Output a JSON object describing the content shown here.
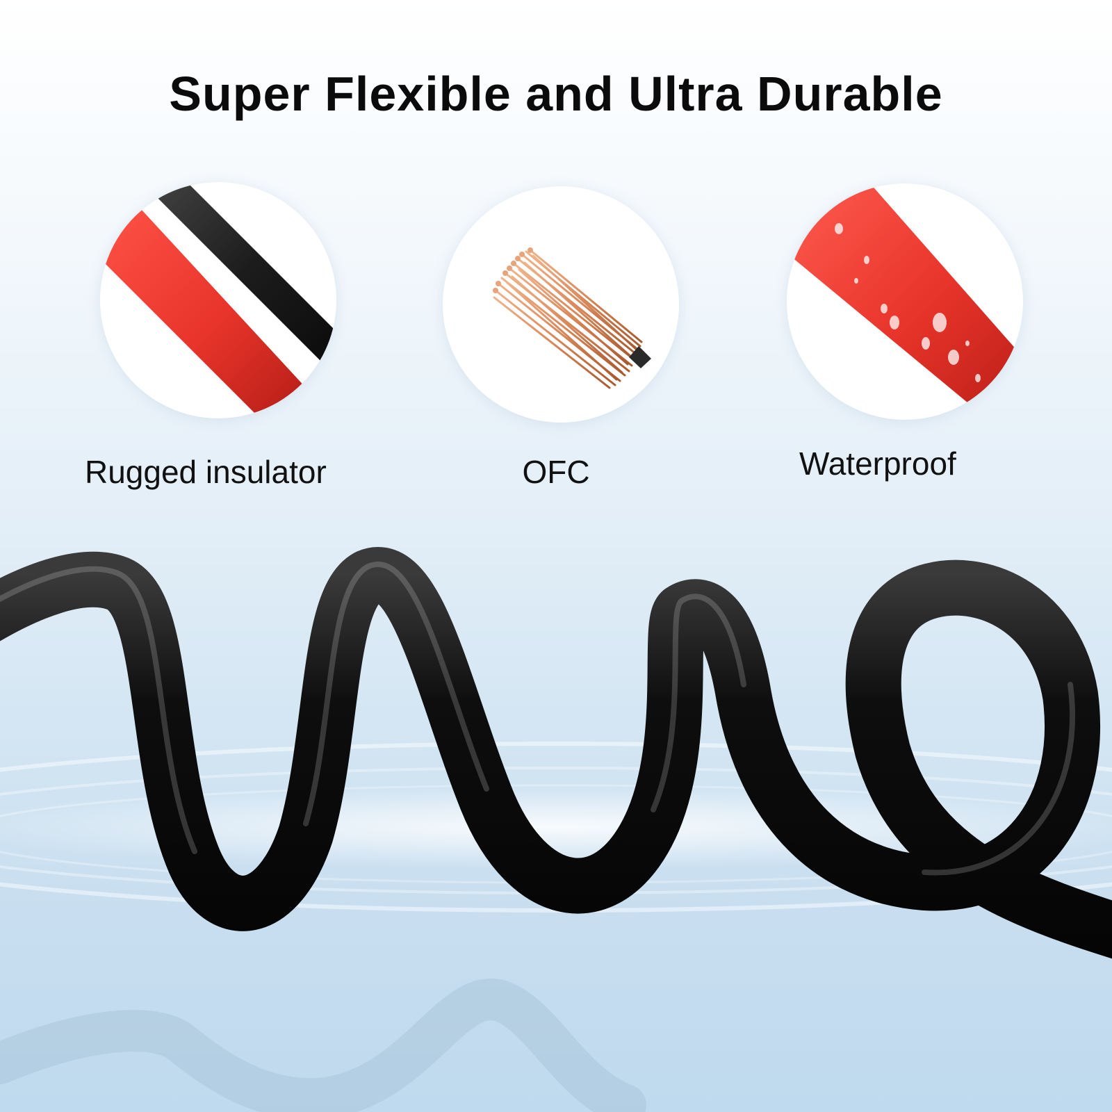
{
  "headline": "Super Flexible and Ultra Durable",
  "features": [
    {
      "label": "Rugged insulator",
      "icon": "insulated-wire-icon"
    },
    {
      "label": "OFC",
      "icon": "copper-strands-icon"
    },
    {
      "label": "Waterproof",
      "icon": "water-droplets-icon"
    }
  ],
  "colors": {
    "wire_red": "#e8342a",
    "wire_black": "#1c1c1c",
    "copper": "#d9885a",
    "cable": "#0e0e0e",
    "background_top": "#ffffff",
    "background_bottom": "#bfd9ee"
  }
}
